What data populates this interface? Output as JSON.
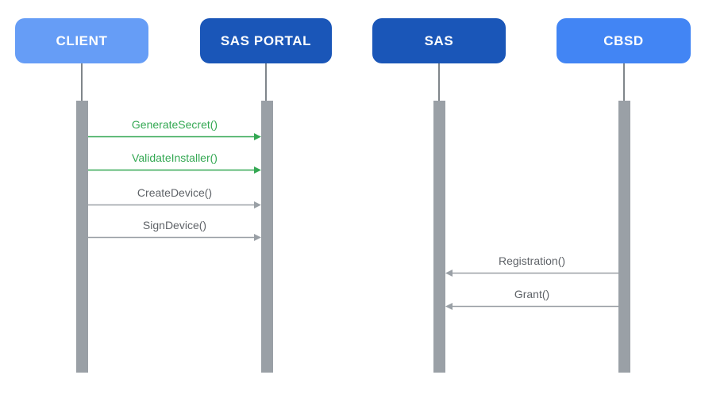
{
  "diagram": {
    "type": "sequence-diagram",
    "actors": [
      {
        "id": "client",
        "label": "CLIENT",
        "color": "#669df6"
      },
      {
        "id": "sas-portal",
        "label": "SAS PORTAL",
        "color": "#1a56b8"
      },
      {
        "id": "sas",
        "label": "SAS",
        "color": "#1a56b8"
      },
      {
        "id": "cbsd",
        "label": "CBSD",
        "color": "#4285f4"
      }
    ],
    "messages": [
      {
        "label": "GenerateSecret()",
        "from": "CLIENT",
        "to": "SAS PORTAL",
        "direction": "right",
        "color": "#34a853",
        "text_color": "#34a853"
      },
      {
        "label": "ValidateInstaller()",
        "from": "CLIENT",
        "to": "SAS PORTAL",
        "direction": "right",
        "color": "#34a853",
        "text_color": "#34a853"
      },
      {
        "label": "CreateDevice()",
        "from": "CLIENT",
        "to": "SAS PORTAL",
        "direction": "right",
        "color": "#9aa0a6",
        "text_color": "#5f6368"
      },
      {
        "label": "SignDevice()",
        "from": "CLIENT",
        "to": "SAS PORTAL",
        "direction": "right",
        "color": "#9aa0a6",
        "text_color": "#5f6368"
      },
      {
        "label": "Registration()",
        "from": "CBSD",
        "to": "SAS",
        "direction": "left",
        "color": "#9aa0a6",
        "text_color": "#5f6368"
      },
      {
        "label": "Grant()",
        "from": "CBSD",
        "to": "SAS",
        "direction": "left",
        "color": "#9aa0a6",
        "text_color": "#5f6368"
      }
    ],
    "colors": {
      "background": "#ffffff",
      "lifeline": "#80868b",
      "activation_bar": "#9aa0a6",
      "green": "#34a853",
      "gray_line": "#9aa0a6",
      "gray_text": "#5f6368",
      "actor_text": "#ffffff"
    }
  }
}
